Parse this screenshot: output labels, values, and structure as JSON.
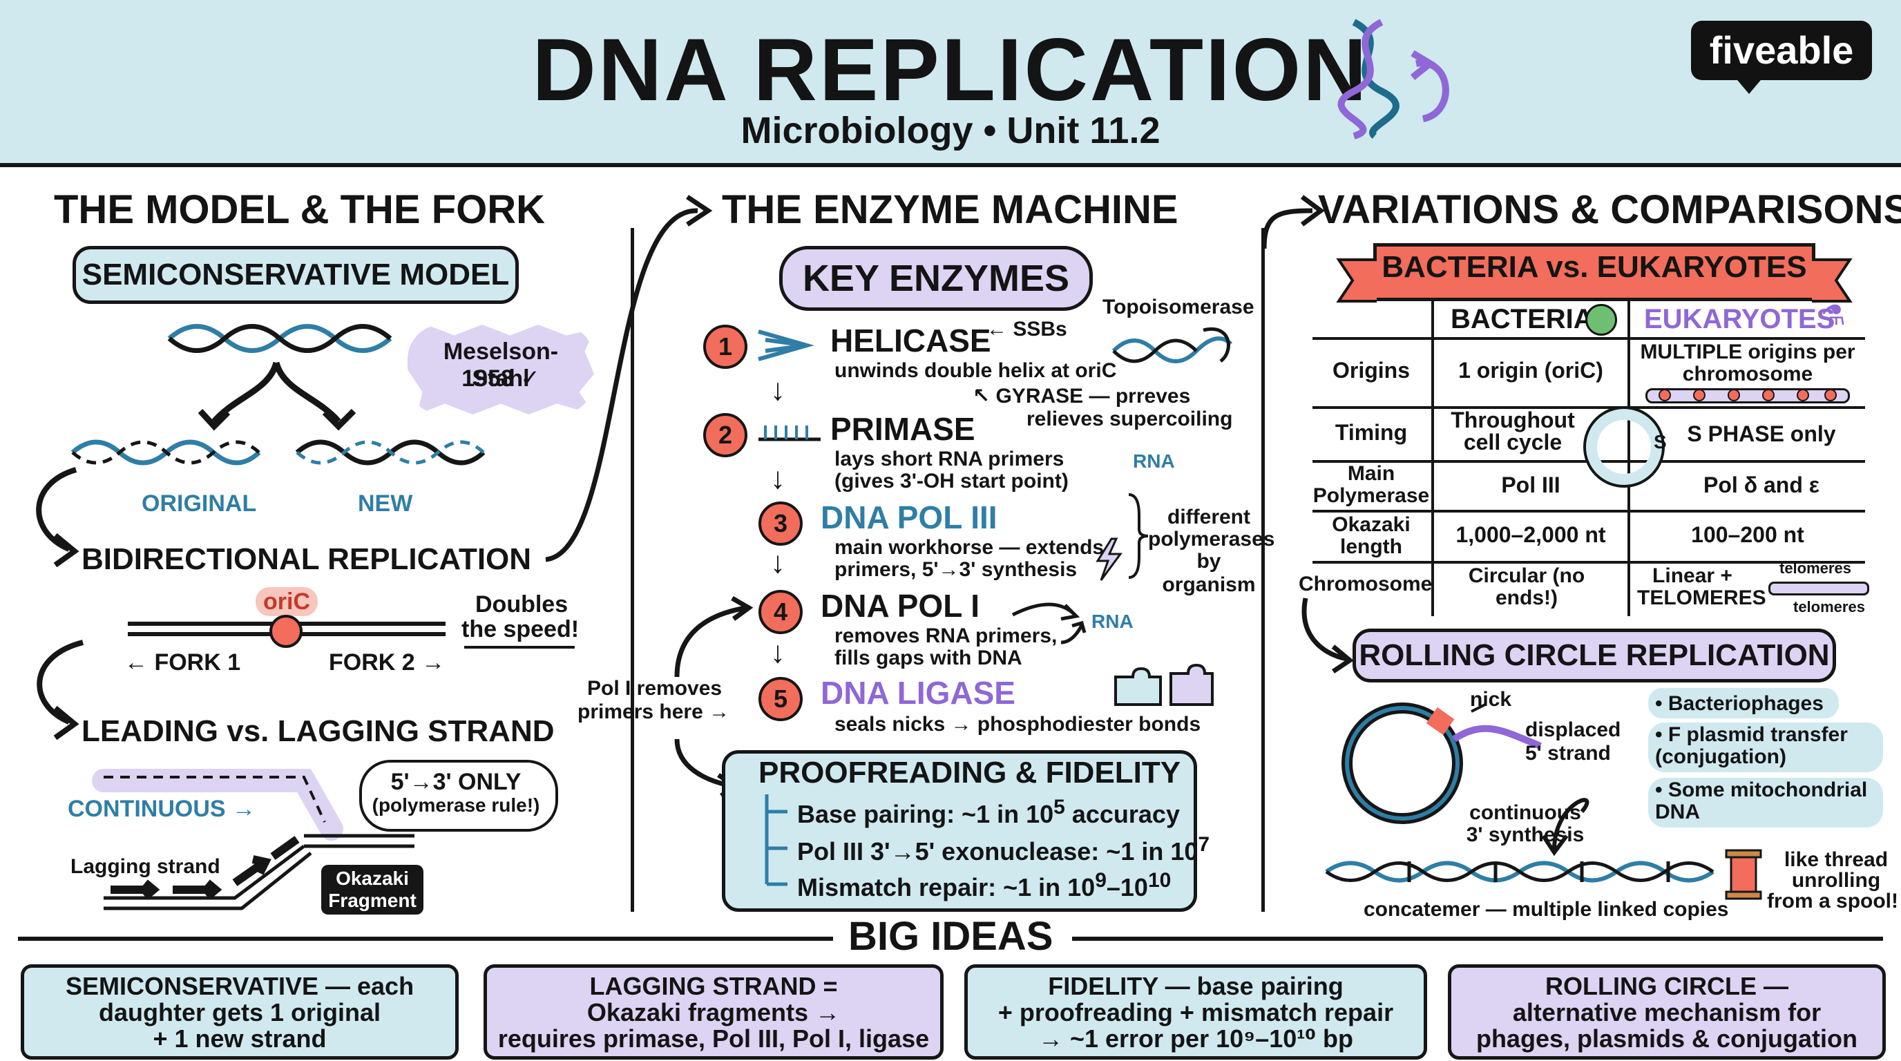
{
  "header": {
    "title": "DNA REPLICATION",
    "subtitle": "Microbiology • Unit 11.2",
    "logo": "fiveable",
    "icon": "dna-helix-icon",
    "bg_color": "#cfe9ef"
  },
  "left": {
    "heading": "THE MODEL & THE FORK",
    "semiconservative": "SEMICONSERVATIVE MODEL",
    "meselson": "Meselson-Stahl",
    "meselson_year": "1958 ✓",
    "original": "ORIGINAL",
    "new": "NEW",
    "bidirectional": "BIDIRECTIONAL REPLICATION",
    "oric": "oriC",
    "fork1": "← FORK 1",
    "fork2": "FORK 2 →",
    "doubles_1": "Doubles",
    "doubles_2": "the speed!",
    "leading": "LEADING vs. LAGGING STRAND",
    "rule_1": "5'→3' ONLY",
    "rule_2": "(polymerase rule!)",
    "continuous": "CONTINUOUS →",
    "lagging": "Lagging strand",
    "okazaki_1": "Okazaki",
    "okazaki_2": "Fragment"
  },
  "middle": {
    "heading": "THE ENZYME MACHINE",
    "key_enzymes": "KEY ENZYMES",
    "topoisomerase": "Topoisomerase",
    "ssbs": "← SSBs",
    "gyrase": "↖ GYRASE — prreves",
    "gyrase_2": "relieves supercoiling",
    "rna_a": "RNA",
    "rna_b": "RNA",
    "different_1": "different",
    "different_2": "polymerases",
    "different_3": "by organism",
    "pol1_note_1": "Pol I removes",
    "pol1_note_2": "primers here →",
    "enzymes": [
      {
        "n": "1",
        "name": "HELICASE",
        "d1": "unwinds double helix at oriC",
        "d2": ""
      },
      {
        "n": "2",
        "name": "PRIMASE",
        "d1": "lays short RNA primers",
        "d2": "(gives 3'-OH start point)"
      },
      {
        "n": "3",
        "name": "DNA POL III",
        "d1": "main workhorse — extends",
        "d2": "primers, 5'→3' synthesis"
      },
      {
        "n": "4",
        "name": "DNA POL I",
        "d1": "removes RNA primers,",
        "d2": "fills gaps with DNA"
      },
      {
        "n": "5",
        "name": "DNA LIGASE",
        "d1": "seals nicks → phosphodiester bonds",
        "d2": ""
      }
    ],
    "proof_title": "PROOFREADING & FIDELITY",
    "proof": [
      {
        "t": "Base pairing: ~1 in 10",
        "sup": "5",
        "tail": " accuracy"
      },
      {
        "t": "Pol III 3'→5' exonuclease: ~1 in 10",
        "sup": "7",
        "tail": ""
      },
      {
        "t": "Mismatch repair: ~1 in 10",
        "sup": "9",
        "tail": "–10",
        "sup2": "10"
      }
    ]
  },
  "right": {
    "heading": "VARIATIONS & COMPARISONS",
    "banner": "BACTERIA vs. EUKARYOTES",
    "col_bacteria": "BACTERIA",
    "col_eukaryotes": "EUKARYOTES",
    "rows": [
      {
        "label": "Origins",
        "bact": "1 origin (oriC)",
        "euk": "MULTIPLE origins per chromosome"
      },
      {
        "label": "Timing",
        "bact": "Throughout cell cycle",
        "euk": "S PHASE only"
      },
      {
        "label": "Main Polymerase",
        "bact": "Pol III",
        "euk": "Pol δ and ε"
      },
      {
        "label": "Okazaki length",
        "bact": "1,000–2,000 nt",
        "euk": "100–200 nt"
      },
      {
        "label": "Chromosome",
        "bact": "Circular (no ends!)",
        "euk": "Linear + TELOMERES"
      }
    ],
    "telomeres_a": "telomeres",
    "telomeres_b": "telomeres",
    "cycle_s": "S",
    "rolling": "ROLLING CIRCLE REPLICATION",
    "nick": "nick",
    "displaced_1": "displaced",
    "displaced_2": "5' strand",
    "continuous_1": "continuous",
    "continuous_2": "3' synthesis",
    "concatemer": "concatemer — multiple linked copies",
    "bullets": [
      "• Bacteriophages",
      "• F plasmid transfer (conjugation)",
      "• Some mitochondrial DNA"
    ],
    "thread_1": "like thread",
    "thread_2": "unrolling",
    "thread_3": "from a spool!"
  },
  "bottom": {
    "heading": "BIG IDEAS",
    "boxes": [
      {
        "l1": "SEMICONSERVATIVE — each",
        "l2": "daughter gets 1 original",
        "l3": "+ 1 new strand"
      },
      {
        "l1": "LAGGING STRAND =",
        "l2": "Okazaki fragments →",
        "l3": "requires primase, Pol III, Pol I, ligase"
      },
      {
        "l1": "FIDELITY — base pairing",
        "l2": "+ proofreading + mismatch repair",
        "l3": "→ ~1 error per 10⁹–10¹⁰ bp"
      },
      {
        "l1": "ROLLING CIRCLE —",
        "l2": "alternative mechanism for",
        "l3": "phages, plasmids & conjugation"
      }
    ]
  },
  "colors": {
    "teal": "#cfe9ef",
    "lavender": "#ddd3f3",
    "coral": "#f26d5b",
    "blue": "#2e7ea6",
    "purple": "#8f67d6"
  }
}
